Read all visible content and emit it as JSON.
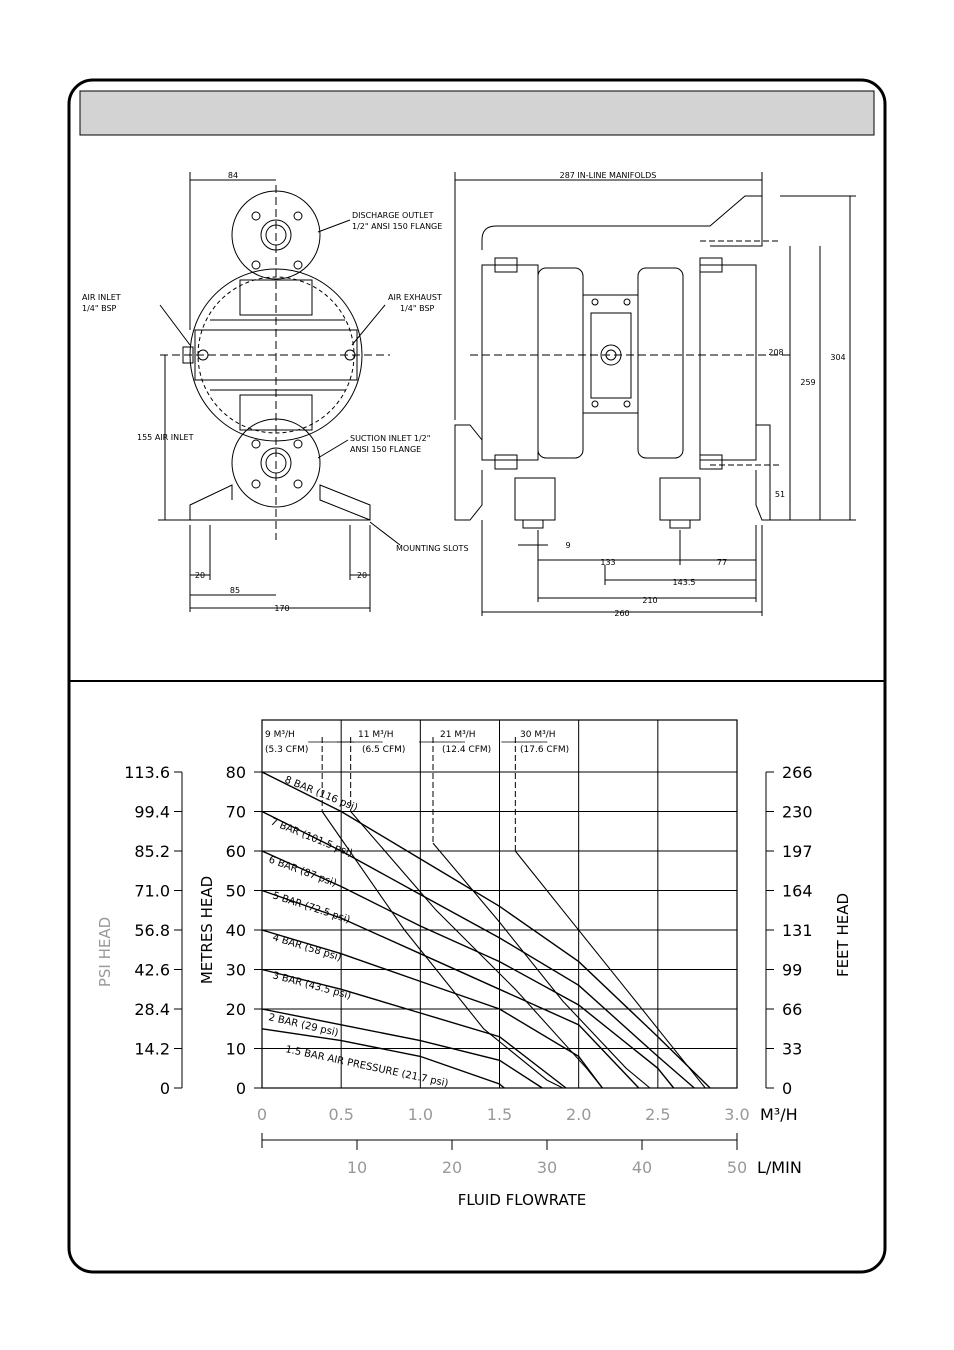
{
  "header": {
    "title": ""
  },
  "drawing": {
    "front_view": {
      "dims": {
        "top": "84",
        "air_inlet_height": "155 AIR INLET",
        "slot_left": "20",
        "slot_right": "20",
        "half_width": "85",
        "width": "170"
      },
      "labels": {
        "discharge": [
          "DISCHARGE OUTLET",
          "1/2\" ANSI 150 FLANGE"
        ],
        "air_inlet": [
          "AIR INLET",
          "1/4\" BSP"
        ],
        "air_exhaust": [
          "AIR EXHAUST",
          "1/4\" BSP"
        ],
        "suction": [
          "SUCTION INLET 1/2\"",
          "ANSI 150 FLANGE"
        ],
        "mounting": "MOUNTING SLOTS"
      }
    },
    "side_view": {
      "dims": {
        "manifolds": "287 IN-LINE MANIFOLDS",
        "h208": "208",
        "h259": "259",
        "h304": "304",
        "h51": "51",
        "slot": "9",
        "d133": "133",
        "d77": "77",
        "d143": "143.5",
        "d210": "210",
        "d260": "260"
      }
    }
  },
  "chart_data": {
    "type": "line",
    "xlabel": "FLUID FLOWRATE",
    "x_unit_top": "M³/H",
    "x_unit_bottom": "L/MIN",
    "ylabel_left_outer": "PSI HEAD",
    "ylabel_left_inner": "METRES HEAD",
    "ylabel_right": "FEET HEAD",
    "xlim": [
      0,
      3.0
    ],
    "ylim": [
      0,
      80
    ],
    "x_ticks_m3h": [
      "0",
      "0.5",
      "1.0",
      "1.5",
      "2.0",
      "2.5",
      "3.0"
    ],
    "x_ticks_lmin": [
      "10",
      "20",
      "30",
      "40",
      "50"
    ],
    "y_ticks_metres": [
      "0",
      "10",
      "20",
      "30",
      "40",
      "50",
      "60",
      "70",
      "80"
    ],
    "y_ticks_psi": [
      "0",
      "14.2",
      "28.4",
      "42.6",
      "56.8",
      "71.0",
      "85.2",
      "99.4",
      "113.6"
    ],
    "y_ticks_feet": [
      "0",
      "33",
      "66",
      "99",
      "131",
      "164",
      "197",
      "230",
      "266"
    ],
    "air_consumption": [
      {
        "line1": "9 M³/H",
        "line2": "(5.3 CFM)",
        "x": 0.38
      },
      {
        "line1": "11 M³/H",
        "line2": "(6.5 CFM)",
        "x": 0.56
      },
      {
        "line1": "21 M³/H",
        "line2": "(12.4 CFM)",
        "x": 1.08
      },
      {
        "line1": "30 M³/H",
        "line2": "(17.6 CFM)",
        "x": 1.6
      }
    ],
    "series": [
      {
        "name": "8 BAR (116 psi)",
        "points": [
          [
            0,
            80
          ],
          [
            0.5,
            70
          ],
          [
            1.0,
            58
          ],
          [
            1.5,
            46
          ],
          [
            2.0,
            32
          ],
          [
            2.5,
            13
          ],
          [
            2.83,
            0
          ]
        ]
      },
      {
        "name": "7 BAR (101.5 psi)",
        "points": [
          [
            0,
            70
          ],
          [
            0.5,
            60
          ],
          [
            1.0,
            49
          ],
          [
            1.5,
            38
          ],
          [
            2.0,
            26
          ],
          [
            2.5,
            8
          ],
          [
            2.73,
            0
          ]
        ]
      },
      {
        "name": "6 BAR (87 psi)",
        "points": [
          [
            0,
            60
          ],
          [
            0.5,
            51
          ],
          [
            1.0,
            41
          ],
          [
            1.5,
            32
          ],
          [
            2.0,
            21
          ],
          [
            2.5,
            5
          ],
          [
            2.6,
            0
          ]
        ]
      },
      {
        "name": "5 BAR (72.5 psi)",
        "points": [
          [
            0,
            50
          ],
          [
            0.5,
            43
          ],
          [
            1.0,
            34
          ],
          [
            1.5,
            25
          ],
          [
            2.0,
            16
          ],
          [
            2.38,
            0
          ]
        ]
      },
      {
        "name": "4 BAR (58 psi)",
        "points": [
          [
            0,
            40
          ],
          [
            0.5,
            34
          ],
          [
            1.0,
            27
          ],
          [
            1.5,
            20
          ],
          [
            2.0,
            8
          ],
          [
            2.15,
            0
          ]
        ]
      },
      {
        "name": "3 BAR (43.5 psi)",
        "points": [
          [
            0,
            30
          ],
          [
            0.5,
            25
          ],
          [
            1.0,
            19
          ],
          [
            1.5,
            13
          ],
          [
            1.92,
            0
          ]
        ]
      },
      {
        "name": "2 BAR (29 psi)",
        "points": [
          [
            0,
            20
          ],
          [
            0.5,
            16
          ],
          [
            1.0,
            12
          ],
          [
            1.5,
            7
          ],
          [
            1.77,
            0
          ]
        ]
      },
      {
        "name": "1.5 BAR AIR PRESSURE (21.7 psi)",
        "points": [
          [
            0,
            15
          ],
          [
            0.5,
            12
          ],
          [
            1.0,
            8
          ],
          [
            1.5,
            1
          ],
          [
            1.53,
            0
          ]
        ]
      }
    ],
    "air_curves": [
      {
        "points": [
          [
            0.38,
            70
          ],
          [
            0.9,
            40
          ],
          [
            1.4,
            15
          ],
          [
            1.8,
            2
          ],
          [
            1.9,
            0
          ]
        ]
      },
      {
        "points": [
          [
            0.56,
            70
          ],
          [
            1.1,
            45
          ],
          [
            1.6,
            25
          ],
          [
            2.05,
            5
          ],
          [
            2.15,
            0
          ]
        ]
      },
      {
        "points": [
          [
            1.08,
            62
          ],
          [
            1.5,
            42
          ],
          [
            1.9,
            22
          ],
          [
            2.3,
            5
          ],
          [
            2.45,
            0
          ]
        ]
      },
      {
        "points": [
          [
            1.6,
            60
          ],
          [
            1.9,
            45
          ],
          [
            2.3,
            25
          ],
          [
            2.7,
            5
          ],
          [
            2.8,
            0
          ]
        ]
      }
    ]
  }
}
